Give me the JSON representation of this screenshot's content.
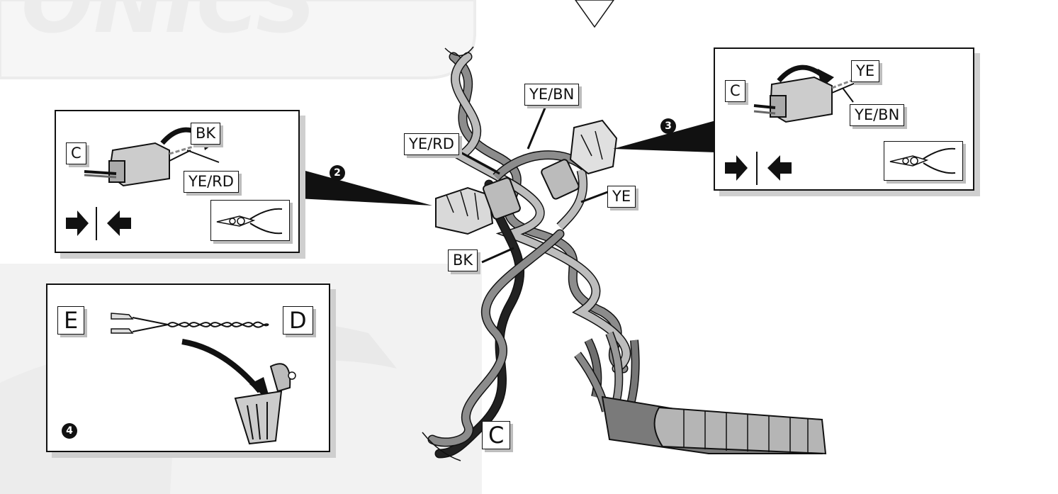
{
  "labels": {
    "ye_bn": "YE/BN",
    "ye_rd": "YE/RD",
    "ye": "YE",
    "bk": "BK",
    "c": "C"
  },
  "panel_left": {
    "step": "2",
    "c": "C",
    "bk": "BK",
    "ye_rd": "YE/RD"
  },
  "panel_right": {
    "step": "3",
    "c": "C",
    "ye": "YE",
    "ye_bn": "YE/BN"
  },
  "panel_bottom": {
    "step": "4",
    "e": "E",
    "d": "D"
  },
  "colors": {
    "wire_light": "#8c8c8c",
    "wire_dark": "#222222",
    "panel_shadow": "#cfcfcf",
    "watermark": "#f1f1f1"
  }
}
